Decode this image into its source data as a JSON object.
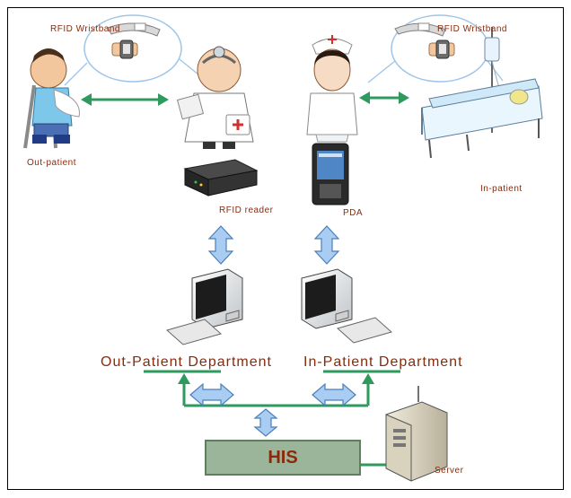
{
  "labels": {
    "wristband_left": "RFID Wristband",
    "wristband_right": "RFID Wristband",
    "out_patient": "Out-patient",
    "in_patient": "In-patient",
    "rfid_reader": "RFID reader",
    "pda": "PDA",
    "out_dept": "Out-Patient Department",
    "in_dept": "In-Patient Department",
    "his": "HIS",
    "server": "Server"
  },
  "colors": {
    "label_text": "#8B2A0A",
    "green_link": "#2e9a5e",
    "blue_arrow_fill": "#a9cdf2",
    "blue_arrow_stroke": "#4c7fb8",
    "his_fill": "#9bb59b"
  },
  "icons": [
    "wristband-icon",
    "watch-icon",
    "patient-crutches-icon",
    "doctor-icon",
    "nurse-icon",
    "hospital-bed-icon",
    "rfid-reader-icon",
    "pda-icon",
    "computer-icon",
    "server-icon"
  ]
}
